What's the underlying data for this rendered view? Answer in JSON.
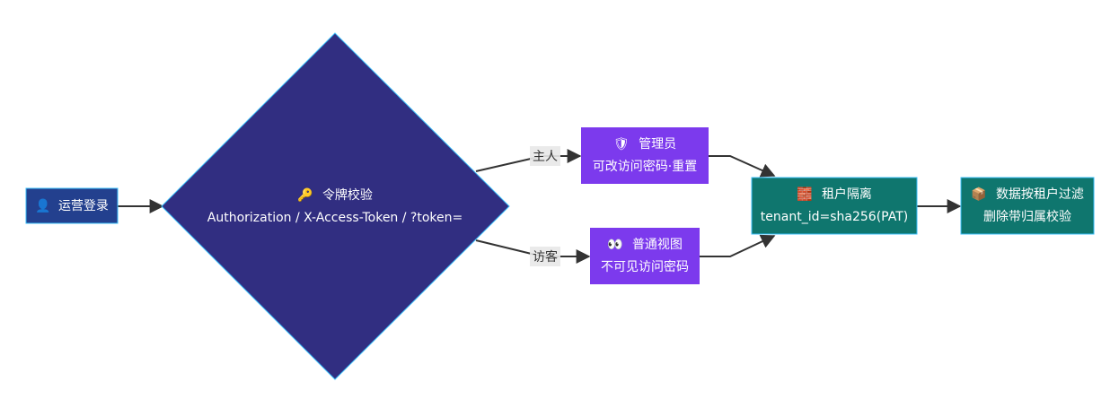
{
  "nodes": {
    "login": {
      "icon": "👤",
      "label": "运营登录",
      "color": "#23408e"
    },
    "token_check": {
      "icon": "🔑",
      "line1": "令牌校验",
      "line2": "Authorization / X-Access-Token / ?token=",
      "color": "#312e81"
    },
    "admin": {
      "icon": "🛡",
      "line1": "管理员",
      "line2": "可改访问密码·重置",
      "color": "#7c3aed"
    },
    "normal_view": {
      "icon": "👀",
      "line1": "普通视图",
      "line2": "不可见访问密码",
      "color": "#7c3aed"
    },
    "tenant_isolation": {
      "icon": "🧱",
      "line1": "租户隔离",
      "line2": "tenant_id=sha256(PAT)",
      "color": "#0f766e"
    },
    "data_filter": {
      "icon": "📦",
      "line1": "数据按租户过滤",
      "line2": "删除带归属校验",
      "color": "#0f766e"
    }
  },
  "edge_labels": {
    "owner": "主人",
    "visitor": "访客"
  },
  "colors": {
    "edge": "#333333",
    "node_border": "#38bdf8",
    "edge_label_bg": "#e8e8e8"
  }
}
